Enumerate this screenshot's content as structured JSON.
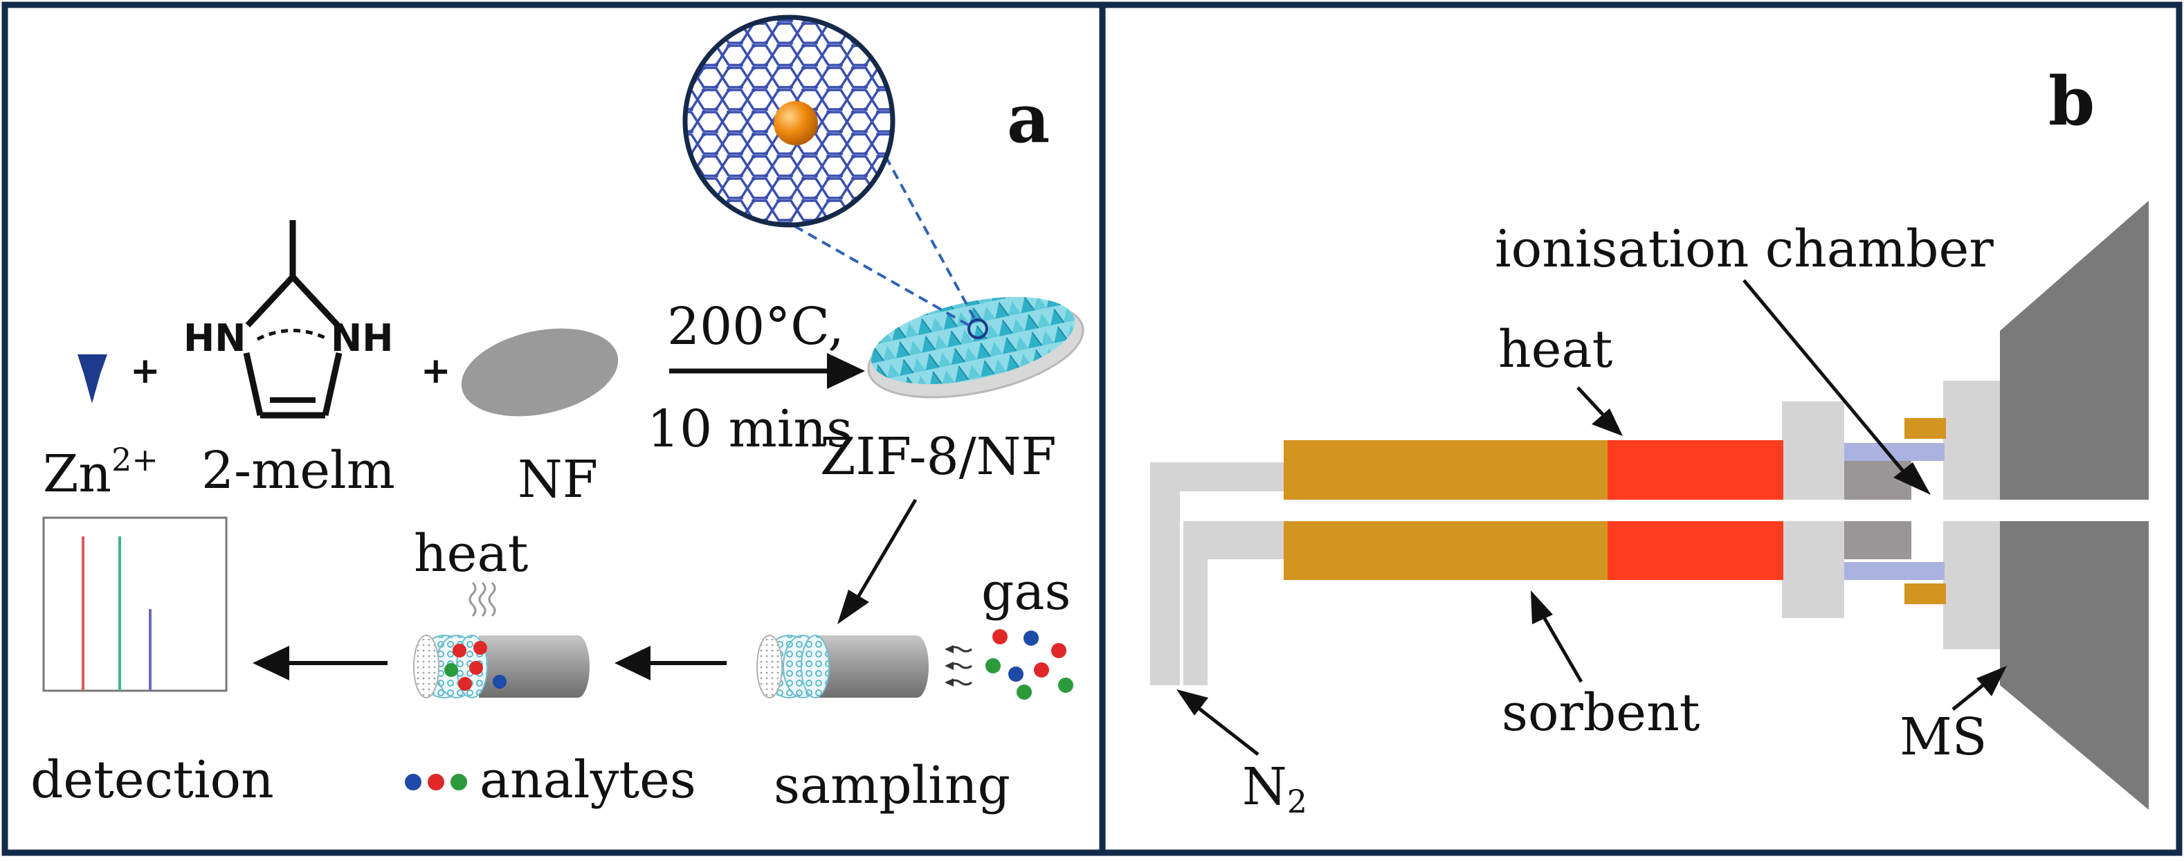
{
  "colors": {
    "frame": "#15294a",
    "zinc": "#1d3a8c",
    "disc": "#9a9a9a",
    "zif_crystal": "#48c3d8",
    "tube": "#9a9a9a",
    "peak_red": "#e05a5a",
    "peak_green": "#38b890",
    "peak_blue": "#6a6ab8",
    "analyte_blue": "#1e4aa8",
    "analyte_red": "#e02828",
    "analyte_green": "#2a9a3a",
    "sorbent": "#d49420",
    "heat_zone": "#ff3c1e",
    "fitting": "#d4d4d4",
    "seal": "#9a9596",
    "lavender": "#aab2e0",
    "ms": "#7a7a7a",
    "orange_particle": "#f08a10"
  },
  "icons": [
    "zinc-ion-icon",
    "2-methylimidazole-structure-icon",
    "nickel-foam-disc-icon",
    "zif8-coated-disc-icon",
    "zif8-framework-zoom-icon",
    "sampling-tube-icon",
    "heated-tube-icon",
    "gas-molecules-icon",
    "heat-wave-icon",
    "chromatogram-icon"
  ],
  "panel_a": {
    "letter": "a",
    "zn_label": "Zn",
    "zn_charge": "2+",
    "melm_label": "2-melm",
    "nf_label": "NF",
    "plus": "+",
    "hn_label": "HN",
    "nh_label": "NH",
    "condition_temp": "200°C,",
    "condition_time": "10 mins",
    "product_label": "ZIF-8/NF",
    "gas_label": "gas",
    "heat_label": "heat",
    "detection_label": "detection",
    "analytes_label": "analytes",
    "sampling_label": "sampling"
  },
  "panel_b": {
    "letter": "b",
    "ionisation_label": "ionisation chamber",
    "heat_label": "heat",
    "sorbent_label": "sorbent",
    "n2_label": "N",
    "n2_sub": "2",
    "ms_label": "MS"
  }
}
